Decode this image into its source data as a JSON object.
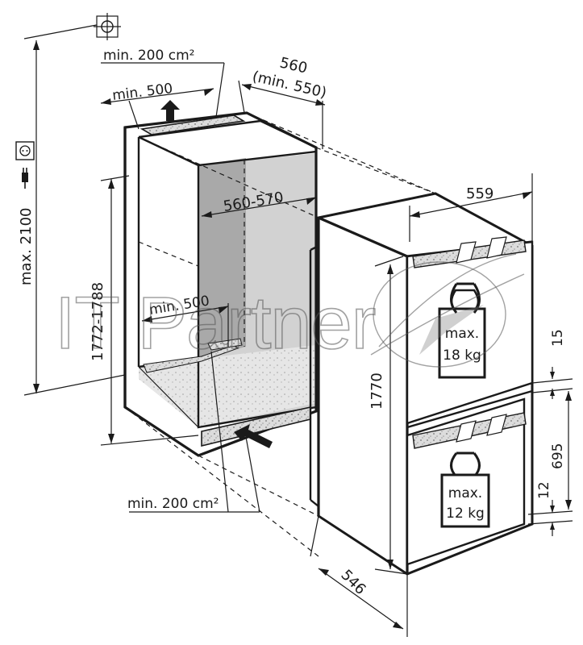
{
  "watermark": "IT Partner",
  "dimensions": {
    "top_vent_area": "min. 200 cm²",
    "top_vent_width": "min. 500",
    "niche_depth": "560",
    "niche_depth_min": "(min. 550)",
    "niche_inner_width": "560-570",
    "bottom_vent_width": "min. 500",
    "niche_height": "1772-1788",
    "max_socket_height": "max. 2100",
    "bottom_vent_area": "min. 200 cm²",
    "appliance_width": "559",
    "appliance_height": "1770",
    "appliance_depth": "546",
    "gap_top": "15",
    "lower_section_height": "695",
    "gap_bottom": "12"
  },
  "weights": {
    "upper_line1": "max.",
    "upper_line2": "18 kg",
    "lower_line1": "max.",
    "lower_line2": "12 kg"
  },
  "colors": {
    "line": "#1a1a1a",
    "niche_shade": "#cccccc",
    "niche_shade_dark": "#a8a8a8",
    "vent_fill": "#d4d4d4",
    "background": "#ffffff"
  },
  "icons": [
    "socket-icon",
    "plug-icon",
    "water-connection-icon",
    "weight-icon"
  ]
}
